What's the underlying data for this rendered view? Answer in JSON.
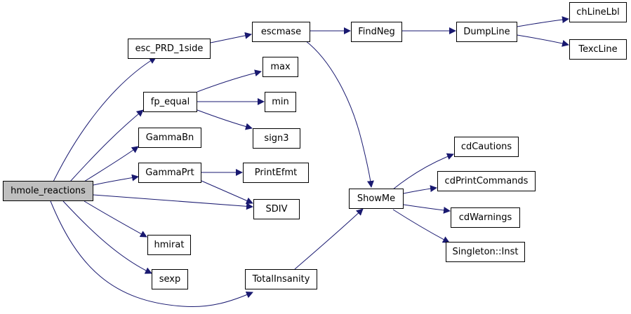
{
  "graph": {
    "edge_color": "#191970",
    "root_fill": "#bfbfbf",
    "nodes": {
      "hmole_reactions": "hmole_reactions",
      "esc_PRD_1side": "esc_PRD_1side",
      "escmase": "escmase",
      "FindNeg": "FindNeg",
      "DumpLine": "DumpLine",
      "chLineLbl": "chLineLbl",
      "TexcLine": "TexcLine",
      "fp_equal": "fp_equal",
      "max": "max",
      "min": "min",
      "sign3": "sign3",
      "GammaBn": "GammaBn",
      "GammaPrt": "GammaPrt",
      "PrintEfmt": "PrintEfmt",
      "SDIV": "SDIV",
      "hmirat": "hmirat",
      "sexp": "sexp",
      "TotalInsanity": "TotalInsanity",
      "ShowMe": "ShowMe",
      "cdCautions": "cdCautions",
      "cdPrintCommands": "cdPrintCommands",
      "cdWarnings": "cdWarnings",
      "Singleton_Inst": "Singleton::Inst"
    }
  }
}
